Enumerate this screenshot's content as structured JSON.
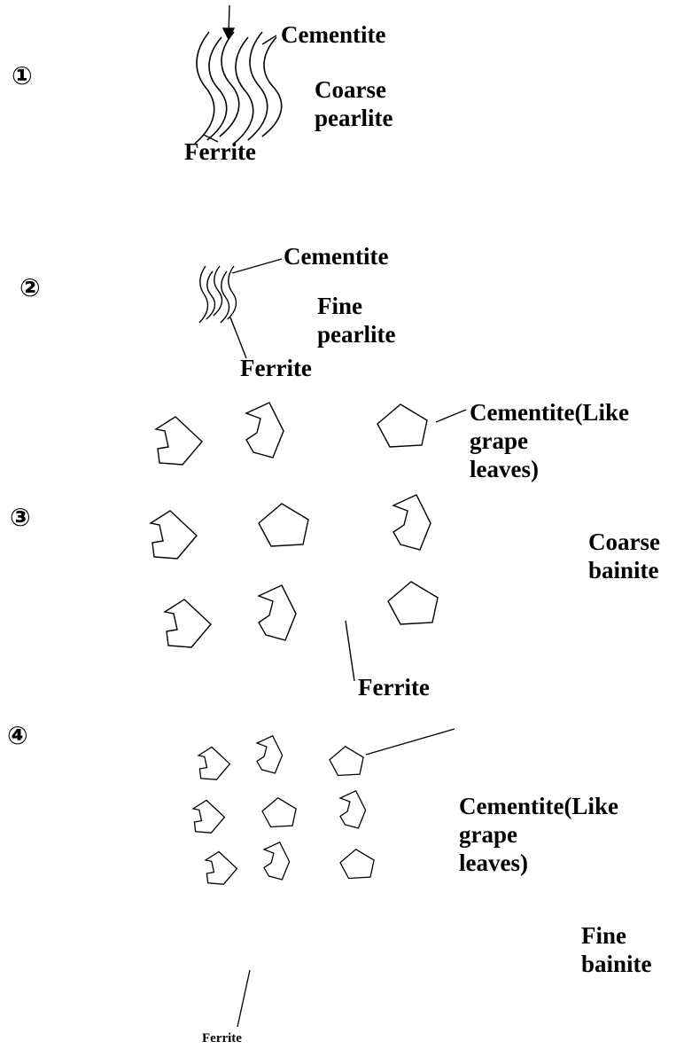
{
  "panels": [
    {
      "number": "①",
      "structure_lines": [
        "Coarse",
        "pearlite"
      ],
      "cementite_label": "Cementite",
      "ferrite_label": "Ferrite"
    },
    {
      "number": "②",
      "structure_lines": [
        "Fine",
        "pearlite"
      ],
      "cementite_label": "Cementite",
      "ferrite_label": "Ferrite"
    },
    {
      "number": "③",
      "structure_lines": [
        "Coarse",
        "bainite"
      ],
      "cementite_lines": [
        "Cementite(Like",
        "grape",
        "leaves)"
      ],
      "ferrite_label": "Ferrite"
    },
    {
      "number": "④",
      "structure_lines": [
        "Fine",
        "bainite"
      ],
      "cementite_lines": [
        "Cementite(Like",
        "grape",
        "leaves)"
      ],
      "ferrite_label": "Ferrite"
    }
  ]
}
